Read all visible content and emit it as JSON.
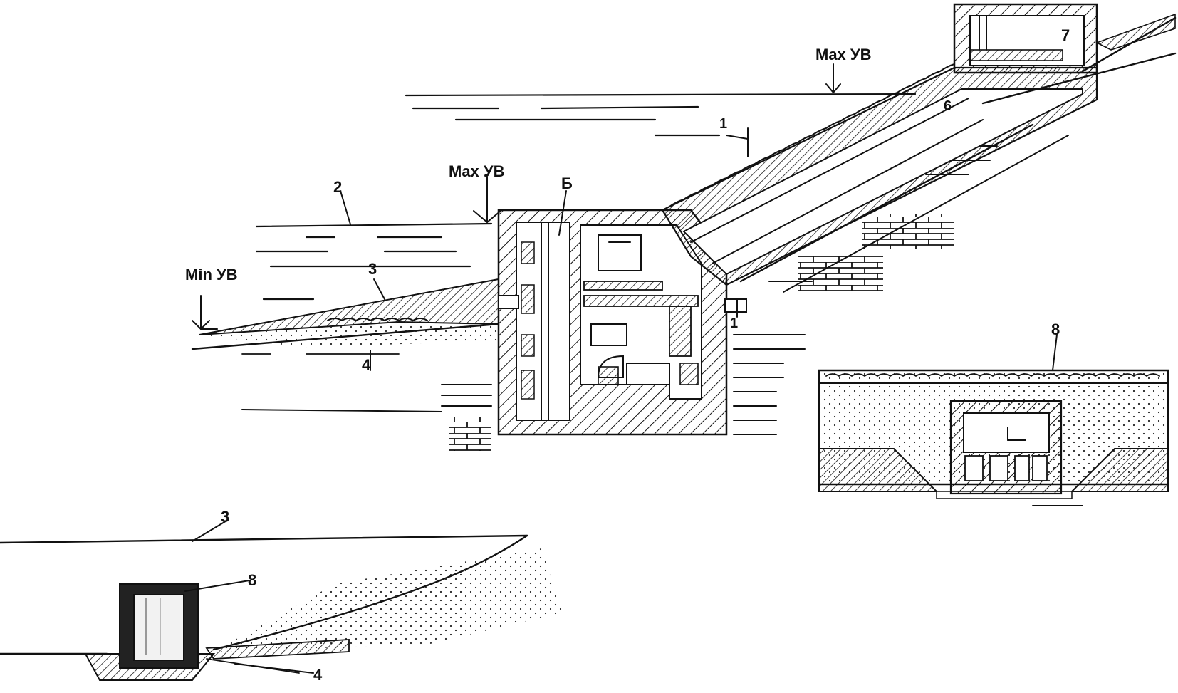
{
  "labels": {
    "max_level_top": "Max УВ",
    "max_level_left": "Max УВ",
    "min_level": "Min УВ",
    "n1_top": "1",
    "n1_right": "1",
    "n2": "2",
    "n3_slope": "3",
    "n3_detail": "3",
    "n4_main": "4",
    "n4_detail": "4",
    "n5": "Б",
    "n6": "6",
    "n7": "7",
    "n8_section": "8",
    "n8_detail": "8"
  },
  "colors": {
    "ink": "#111111",
    "paper": "#ffffff"
  }
}
